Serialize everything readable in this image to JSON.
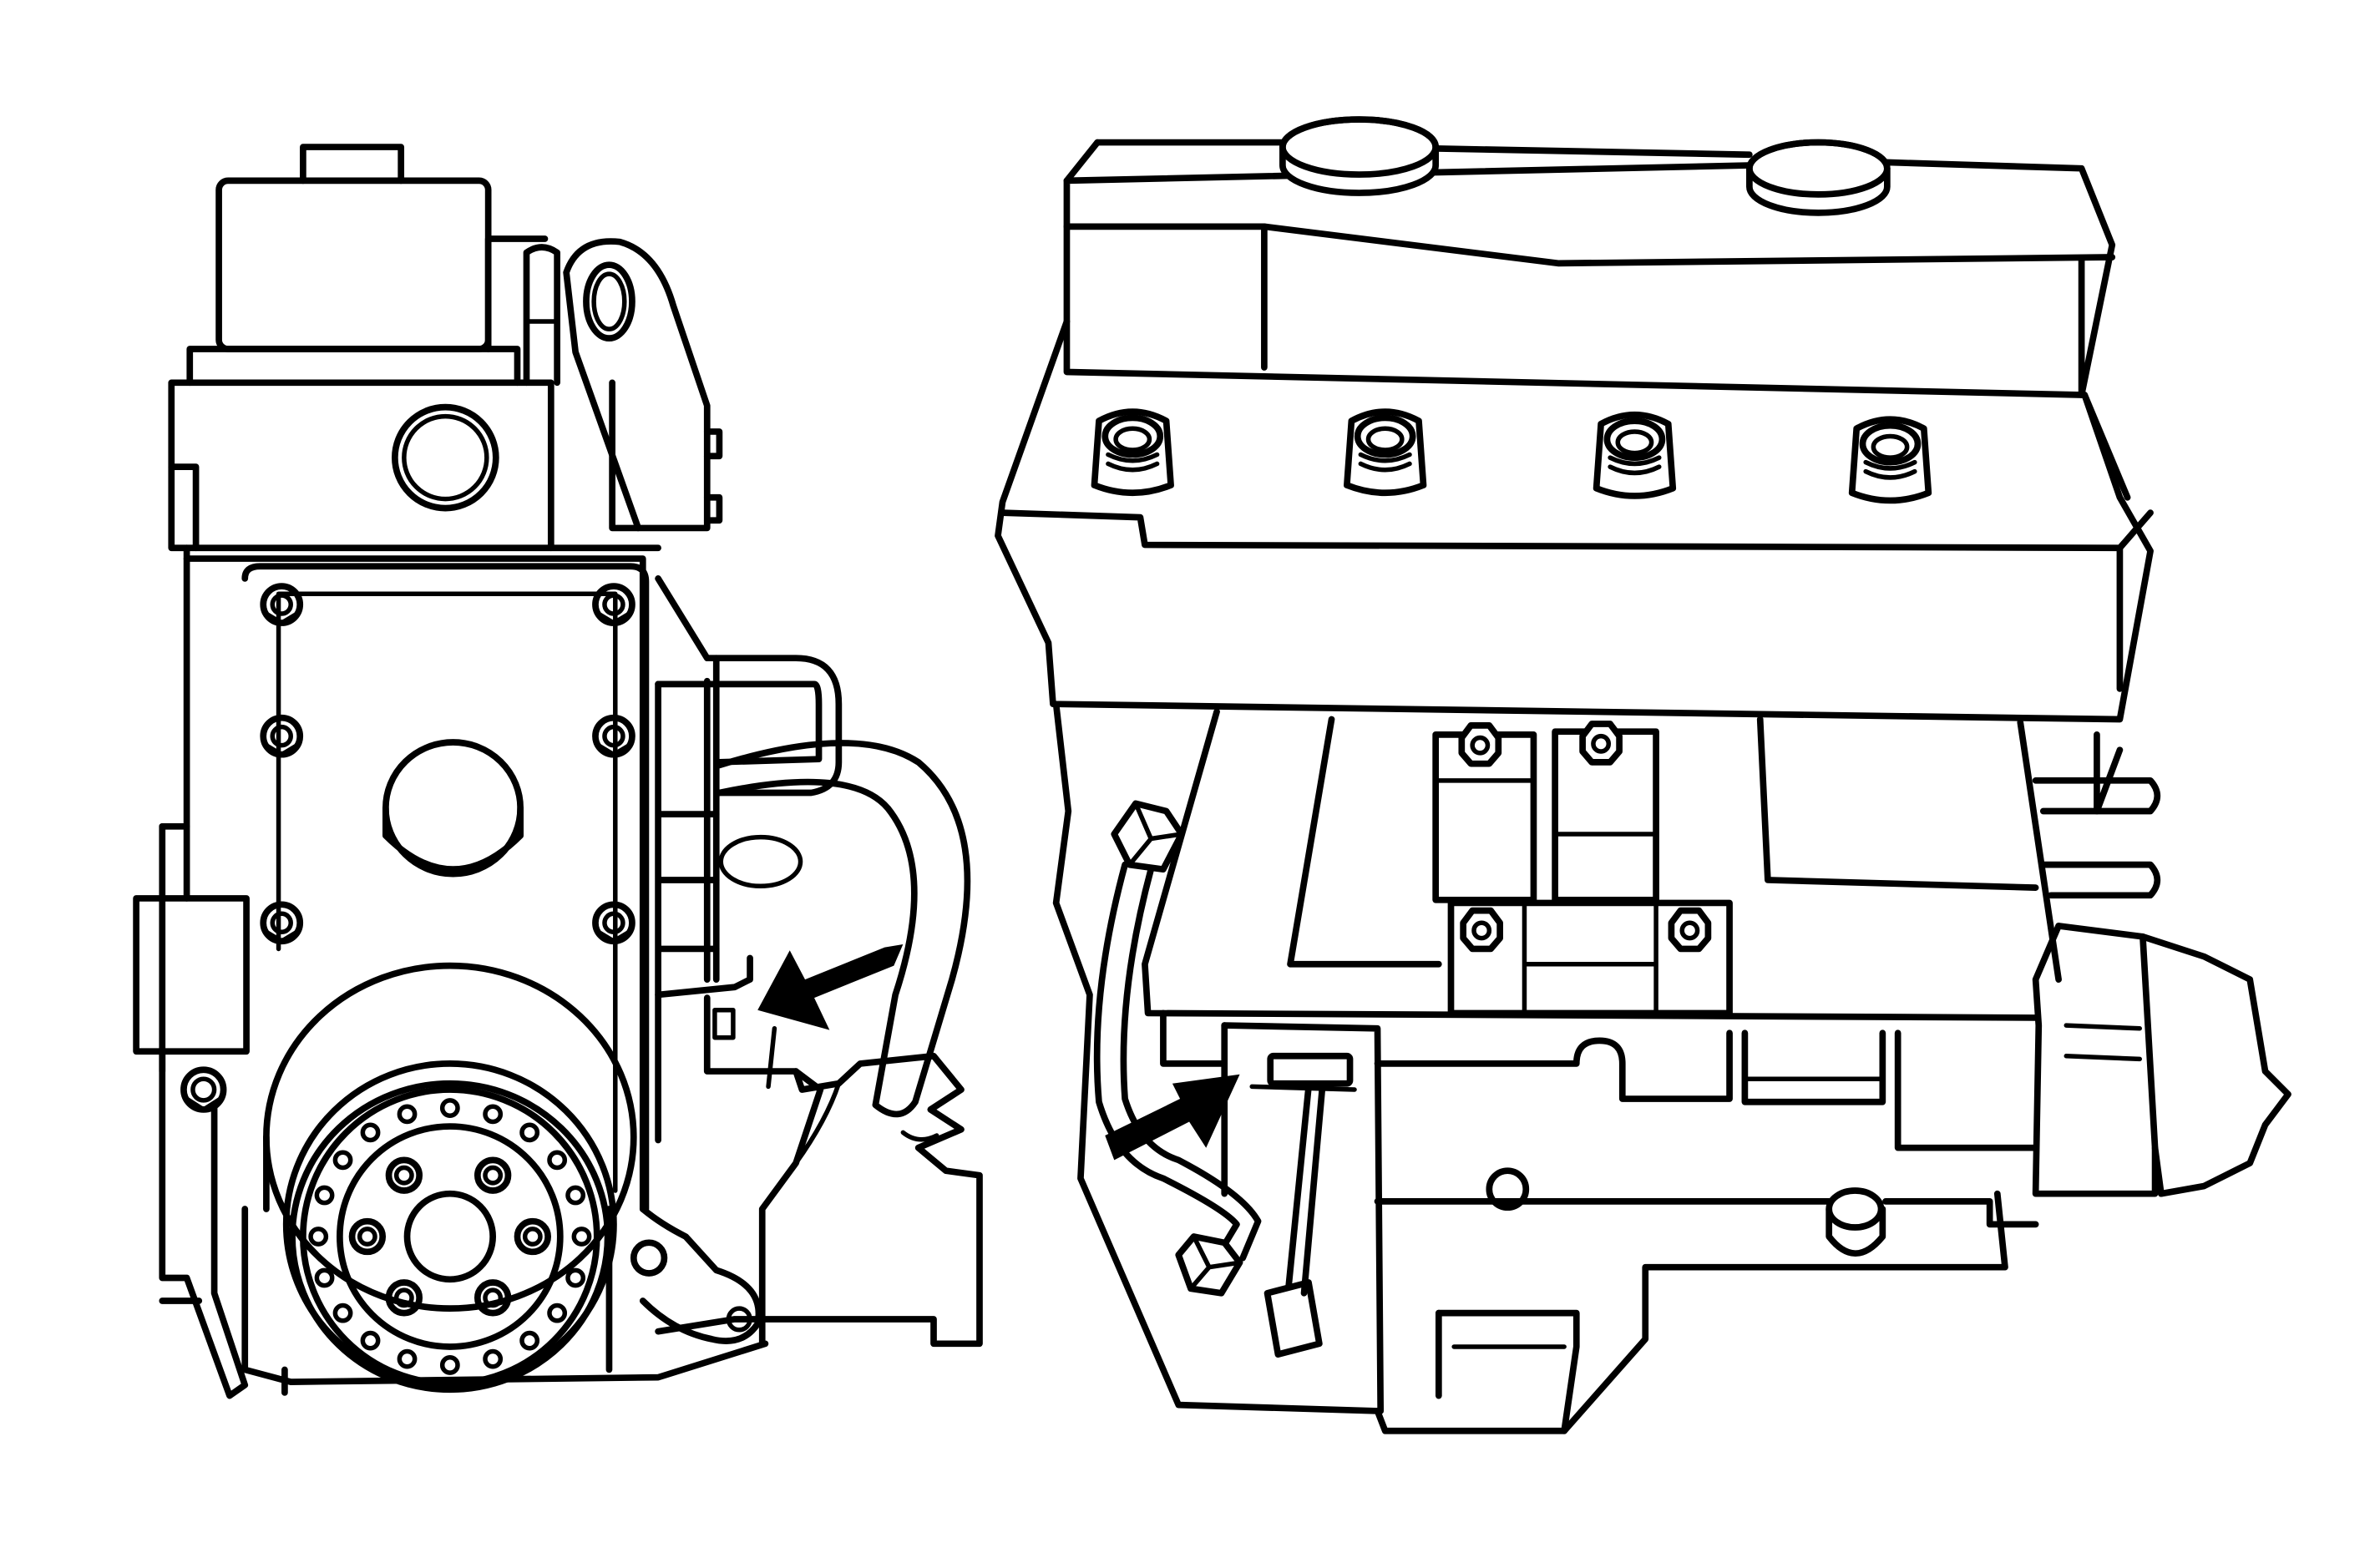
{
  "figure": {
    "views": [
      {
        "id": "front-view",
        "arrow_count": 1
      },
      {
        "id": "side-view",
        "arrow_count": 1
      }
    ],
    "colors": {
      "line": "#000000",
      "background": "#ffffff",
      "arrow": "#000000"
    }
  }
}
